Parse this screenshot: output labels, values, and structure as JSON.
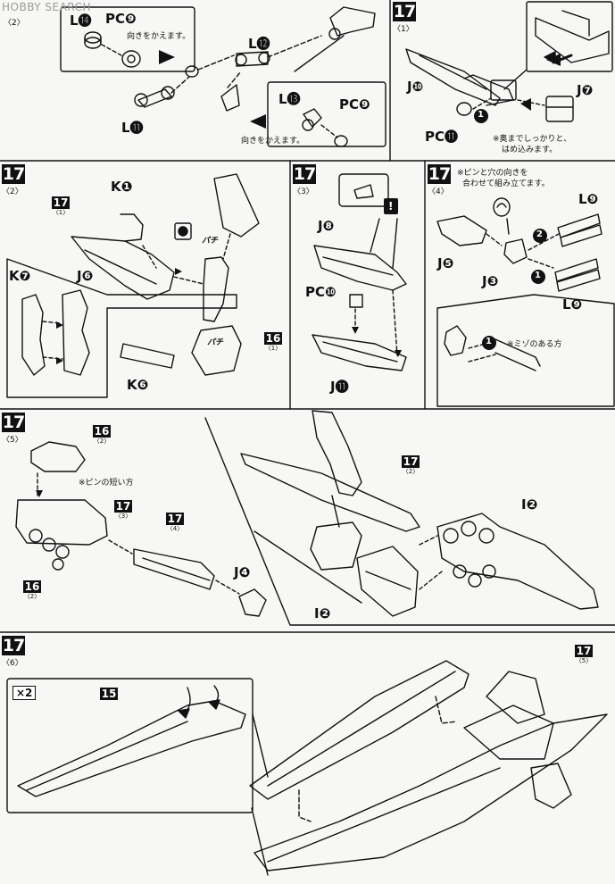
{
  "watermark": "HOBBY SEARCH",
  "steps": {
    "s17_1": {
      "num": "17",
      "sub": "〈1〉"
    },
    "s17_2": {
      "num": "17",
      "sub": "〈2〉"
    },
    "s17_3": {
      "num": "17",
      "sub": "〈3〉"
    },
    "s17_4": {
      "num": "17",
      "sub": "〈4〉"
    },
    "s17_5": {
      "num": "17",
      "sub": "〈5〉"
    },
    "s17_6": {
      "num": "17",
      "sub": "〈6〉"
    },
    "top_left_sub": "〈2〉"
  },
  "labels": {
    "L14": "L⓮",
    "PC9a": "PC❾",
    "L12": "L⓬",
    "L11": "L⓫",
    "L13": "L⓭",
    "PC9b": "PC❾",
    "J10": "J❿",
    "J7": "J❼",
    "PC11": "PC⓫",
    "K1": "K❶",
    "K7": "K❼",
    "J6": "J❻",
    "K6": "K❻",
    "J8": "J❽",
    "PC10": "PC❿",
    "J11": "J⓫",
    "L9a": "L❾",
    "J5": "J❺",
    "J3": "J❸",
    "L9b": "L❾",
    "J4": "J❹",
    "I2a": "I❷",
    "I2b": "I❷"
  },
  "notes": {
    "turn_a": "向きをかえます。",
    "turn_b": "向きをかえます。",
    "push_in_1": "※奥までしっかりと、",
    "push_in_2": "はめ込みます。",
    "pin_hole_1": "※ピンと穴の向きを",
    "pin_hole_2": "合わせて組み立てます。",
    "groove": "※ミゾのある方",
    "short_pin": "※ピンの短い方",
    "pachi_a": "パチ",
    "pachi_b": "パチ",
    "times2": "×2"
  },
  "refs": {
    "r17_1": {
      "n": "17",
      "s": "〈1〉"
    },
    "r16_1": {
      "n": "16",
      "s": "〈1〉"
    },
    "r16_2a": {
      "n": "16",
      "s": "〈2〉"
    },
    "r17_3": {
      "n": "17",
      "s": "〈3〉"
    },
    "r17_4": {
      "n": "17",
      "s": "〈4〉"
    },
    "r16_2b": {
      "n": "16",
      "s": "〈2〉"
    },
    "r17_2": {
      "n": "17",
      "s": "〈2〉"
    },
    "r15": {
      "n": "15",
      "s": ""
    },
    "r17_5": {
      "n": "17",
      "s": "〈5〉"
    }
  },
  "markers": {
    "one": "1",
    "two": "2",
    "excl": "!"
  }
}
